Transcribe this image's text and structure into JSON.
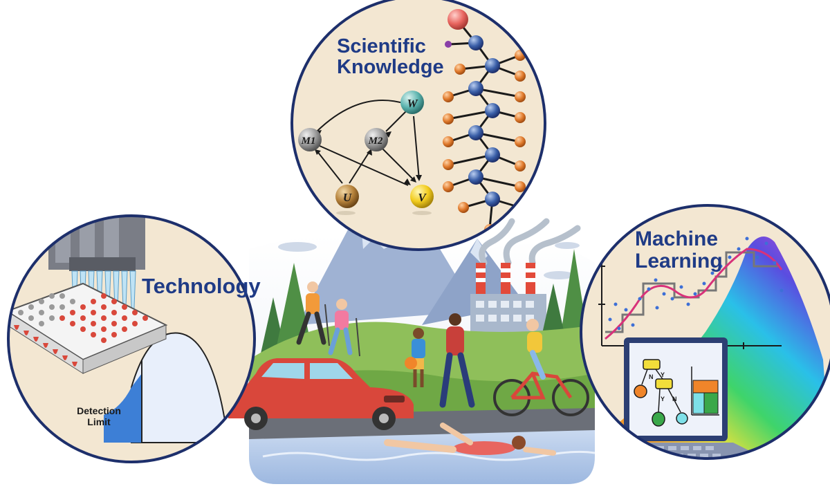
{
  "panels": {
    "technology": {
      "title": "Technology",
      "detection_label_line1": "Detection",
      "detection_label_line2": "Limit"
    },
    "scientific_knowledge": {
      "title_line1": "Scientific",
      "title_line2": "Knowledge",
      "nodes": [
        "W",
        "M1",
        "M2",
        "U",
        "V"
      ]
    },
    "machine_learning": {
      "title_line1": "Machine",
      "title_line2": "Learning",
      "tree_labels": [
        "N",
        "Y",
        "Y",
        "N"
      ]
    }
  },
  "colors": {
    "title_blue": "#1f3b86",
    "panel_bg": "#f3e7d2",
    "panel_border": "#1d2f6b",
    "node_orange": "#e07a2c",
    "node_blue": "#3a5fa8",
    "node_red": "#e8655f",
    "well_red": "#d9483b",
    "distribution_blue": "#3d7fd6",
    "car_red": "#d9473b",
    "curve_pink": "#d8327a"
  }
}
